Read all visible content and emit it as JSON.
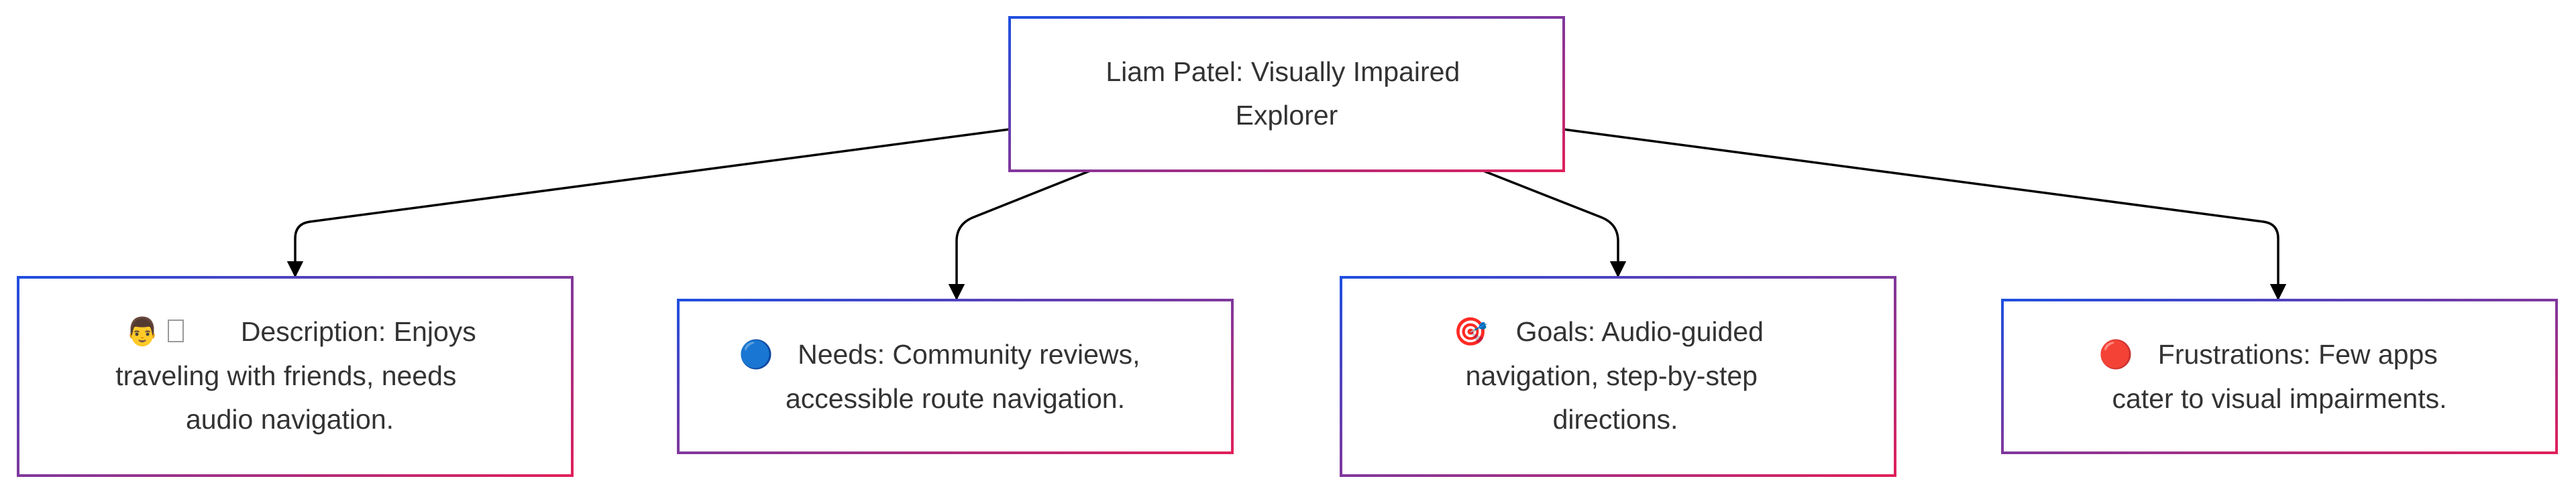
{
  "diagram": {
    "root": {
      "lines": [
        "Liam Patel: Visually Impaired",
        "Explorer"
      ]
    },
    "children": [
      {
        "icon": "man-icon",
        "glyph": "👨",
        "lines": [
          "Description: Enjoys",
          "traveling with friends, needs",
          "audio navigation."
        ]
      },
      {
        "icon": "blue-circle-icon",
        "glyph": "🔵",
        "lines": [
          "Needs: Community reviews,",
          "accessible route navigation."
        ]
      },
      {
        "icon": "target-icon",
        "glyph": "🎯",
        "lines": [
          "Goals: Audio-guided",
          "navigation, step-by-step",
          "directions."
        ]
      },
      {
        "icon": "red-circle-icon",
        "glyph": "🔴",
        "lines": [
          "Frustrations: Few apps",
          "cater to visual impairments."
        ]
      }
    ],
    "colors": {
      "border_start": "#1f4fe0",
      "border_end": "#e0205a",
      "edge": "#000000",
      "text": "#333333"
    }
  }
}
